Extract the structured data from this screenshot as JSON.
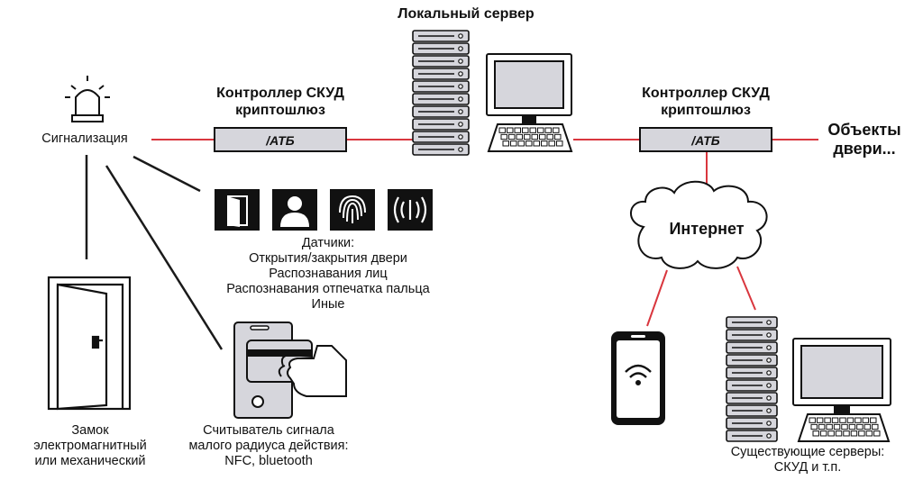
{
  "labels": {
    "local_server": "Локальный сервер",
    "controller_left": [
      "Контроллер СКУД",
      "криптошлюз"
    ],
    "controller_right": [
      "Контроллер СКУД",
      "криптошлюз"
    ],
    "controller_logo": "/ATБ",
    "objects": [
      "Объекты",
      "двери..."
    ],
    "alarm": "Сигнализация",
    "sensors": [
      "Датчики:",
      "Открытия/закрытия двери",
      "Распознавания лиц",
      "Распознавания отпечатка пальца",
      "Иные"
    ],
    "internet": "Интернет",
    "lock": [
      "Замок",
      "электромагнитный",
      "или механический"
    ],
    "reader": [
      "Считыватель сигнала",
      "малого радиуса действия:",
      "NFC, bluetooth"
    ],
    "servers": [
      "Существующие серверы:",
      "СКУД и т.п."
    ]
  },
  "colors": {
    "line_red": "#d9363e",
    "line_dark": "#1a1a1a",
    "box_fill": "#d6d6dc",
    "ink": "#111111"
  }
}
